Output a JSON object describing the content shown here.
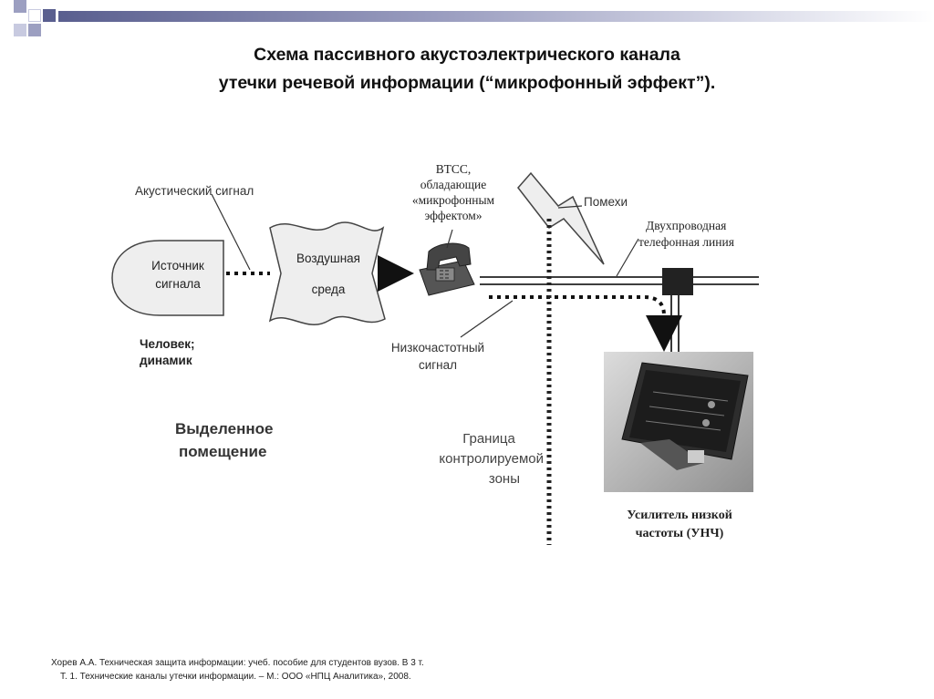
{
  "slide": {
    "title_line1": "Схема пассивного акустоэлектрического канала",
    "title_line2": "утечки речевой информации (“микрофонный эффект”)."
  },
  "diagram": {
    "acoustic_signal": "Акустический сигнал",
    "source_line1": "Источник",
    "source_line2": "сигнала",
    "air_line1": "Воздушная",
    "air_line2": "среда",
    "person_line1": "Человек;",
    "person_line2": "динамик",
    "vtss_line1": "ВТСС,",
    "vtss_line2": "обладающие",
    "vtss_line3": "«микрофонным",
    "vtss_line4": "эффектом»",
    "noise": "Помехи",
    "line_line1": "Двухпроводная",
    "line_line2": "телефонная линия",
    "lf_line1": "Низкочастотный",
    "lf_line2": "сигнал",
    "room_line1": "Выделенное",
    "room_line2": "помещение",
    "zone_line1": "Граница",
    "zone_line2": "контролируемой",
    "zone_line3": "зоны",
    "amp_line1": "Усилитель низкой",
    "amp_line2": "частоты (УНЧ)"
  },
  "citation": {
    "line1": "Хорев А.А.  Техническая  защита информации: учеб. пособие для студентов вузов. В 3 т.",
    "line2": "Т. 1. Технические каналы утечки информации. – М.: ООО «НПЦ Аналитика», 2008."
  },
  "colors": {
    "deco_dark": "#5a5f8f",
    "deco_light": "#9c9fc1",
    "shape_fill": "#eeeeee",
    "line": "#222222"
  }
}
